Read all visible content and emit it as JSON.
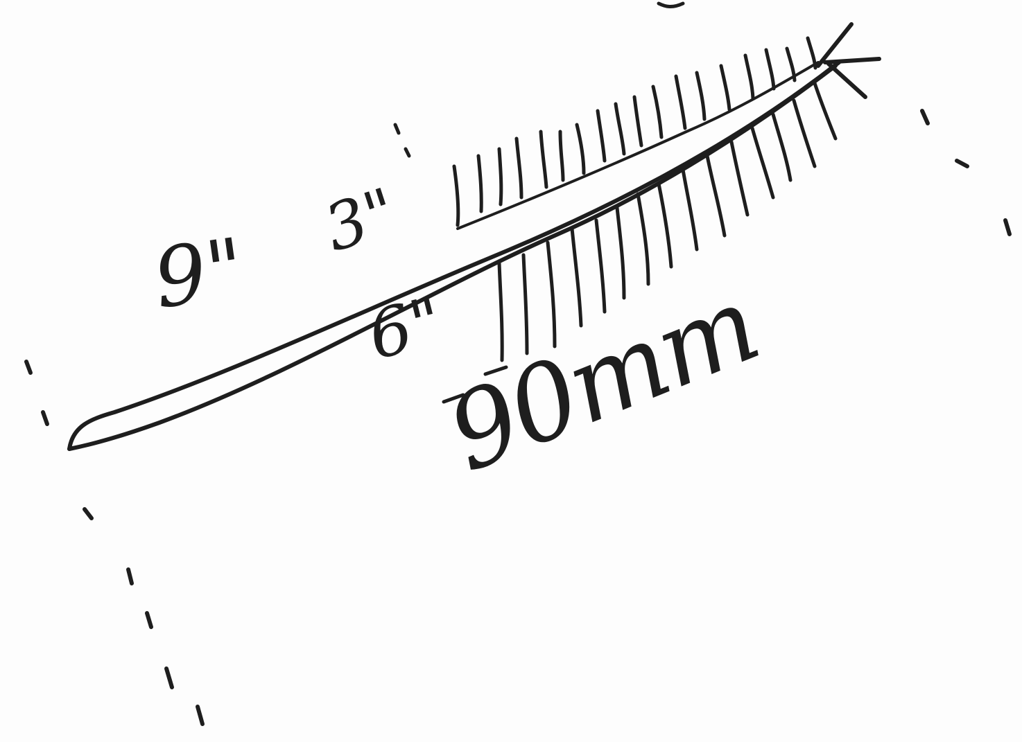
{
  "sketch": {
    "ink_color": "#1e1e1e",
    "paper_color": "#fdfdfd",
    "labels": {
      "overall_length": "9\"",
      "upper_section": "3\"",
      "lower_section": "6\"",
      "diameter": "90mm"
    },
    "icons": [
      "feather-shaft-icon",
      "barbs-icon",
      "quill-tip-icon",
      "dashed-guide-icon"
    ]
  }
}
